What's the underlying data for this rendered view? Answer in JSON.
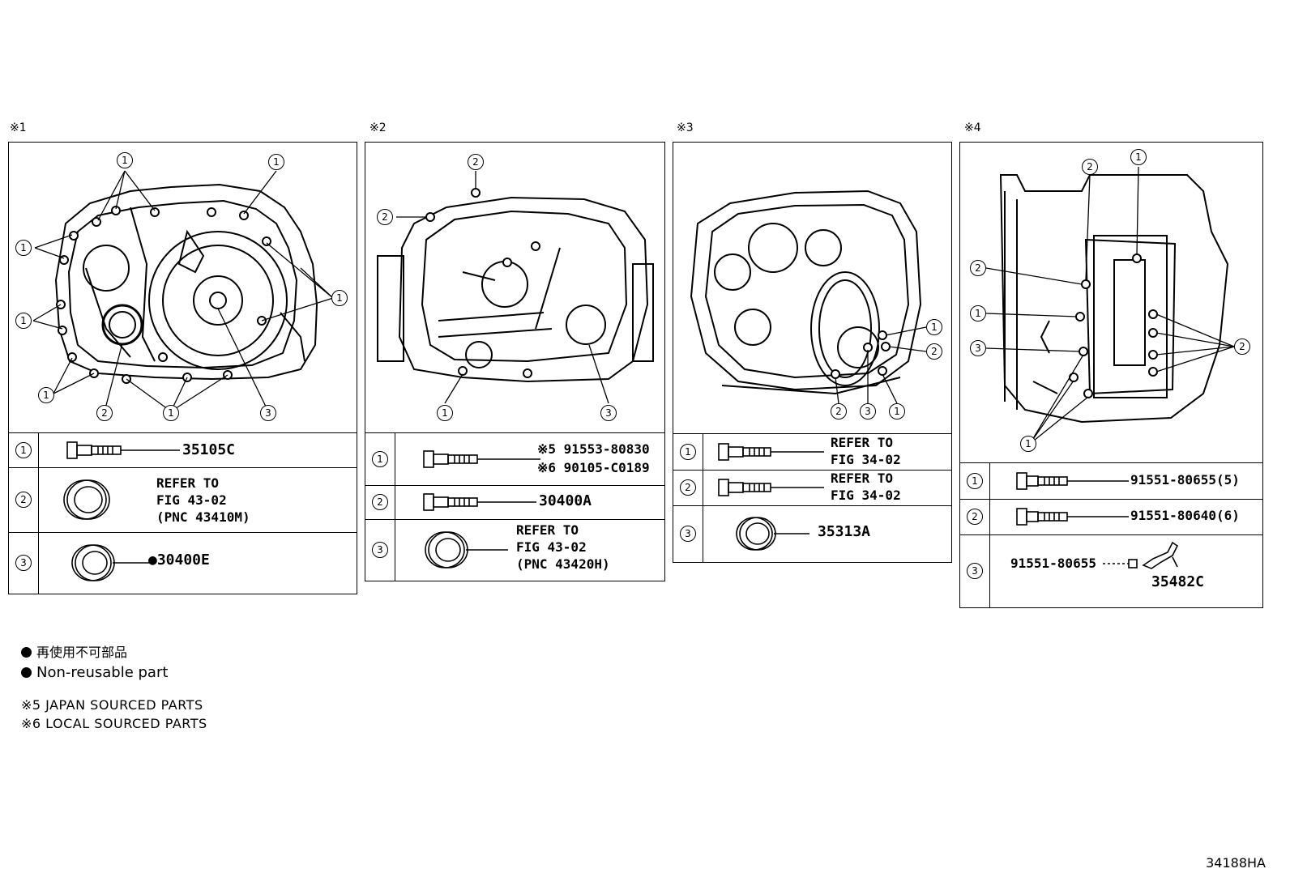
{
  "panels": [
    {
      "tag": "※1",
      "rows": [
        {
          "num": "1",
          "part": "35105C"
        },
        {
          "num": "2",
          "line1": "REFER TO",
          "line2": "FIG 43-02",
          "line3": "(PNC 43410M)"
        },
        {
          "num": "3",
          "part": "●30400E"
        }
      ],
      "callouts": [
        "1",
        "1",
        "1",
        "1",
        "1",
        "1",
        "1",
        "2",
        "3"
      ]
    },
    {
      "tag": "※2",
      "rows": [
        {
          "num": "1",
          "line1": "※5 91553-80830",
          "line2": "※6 90105-C0189"
        },
        {
          "num": "2",
          "part": "30400A"
        },
        {
          "num": "3",
          "line1": "REFER TO",
          "line2": "FIG 43-02",
          "line3": "(PNC 43420H)"
        }
      ],
      "callouts": [
        "2",
        "2",
        "1",
        "3"
      ]
    },
    {
      "tag": "※3",
      "rows": [
        {
          "num": "1",
          "line1": "REFER TO",
          "line2": "FIG 34-02"
        },
        {
          "num": "2",
          "line1": "REFER TO",
          "line2": "FIG 34-02"
        },
        {
          "num": "3",
          "part": "35313A"
        }
      ],
      "callouts": [
        "1",
        "2",
        "2",
        "3",
        "1"
      ]
    },
    {
      "tag": "※4",
      "rows": [
        {
          "num": "1",
          "part": "91551-80655(5)"
        },
        {
          "num": "2",
          "part": "91551-80640(6)"
        },
        {
          "num": "3",
          "part_left": "91551-80655",
          "part_right": "35482C"
        }
      ],
      "callouts": [
        "2",
        "1",
        "2",
        "1",
        "3",
        "2",
        "1"
      ]
    }
  ],
  "legend": {
    "jp": "再使用不可部品",
    "en": "Non-reusable part",
    "note5": "※5 JAPAN SOURCED PARTS",
    "note6": "※6 LOCAL SOURCED PARTS"
  },
  "figure_id": "34188HA"
}
